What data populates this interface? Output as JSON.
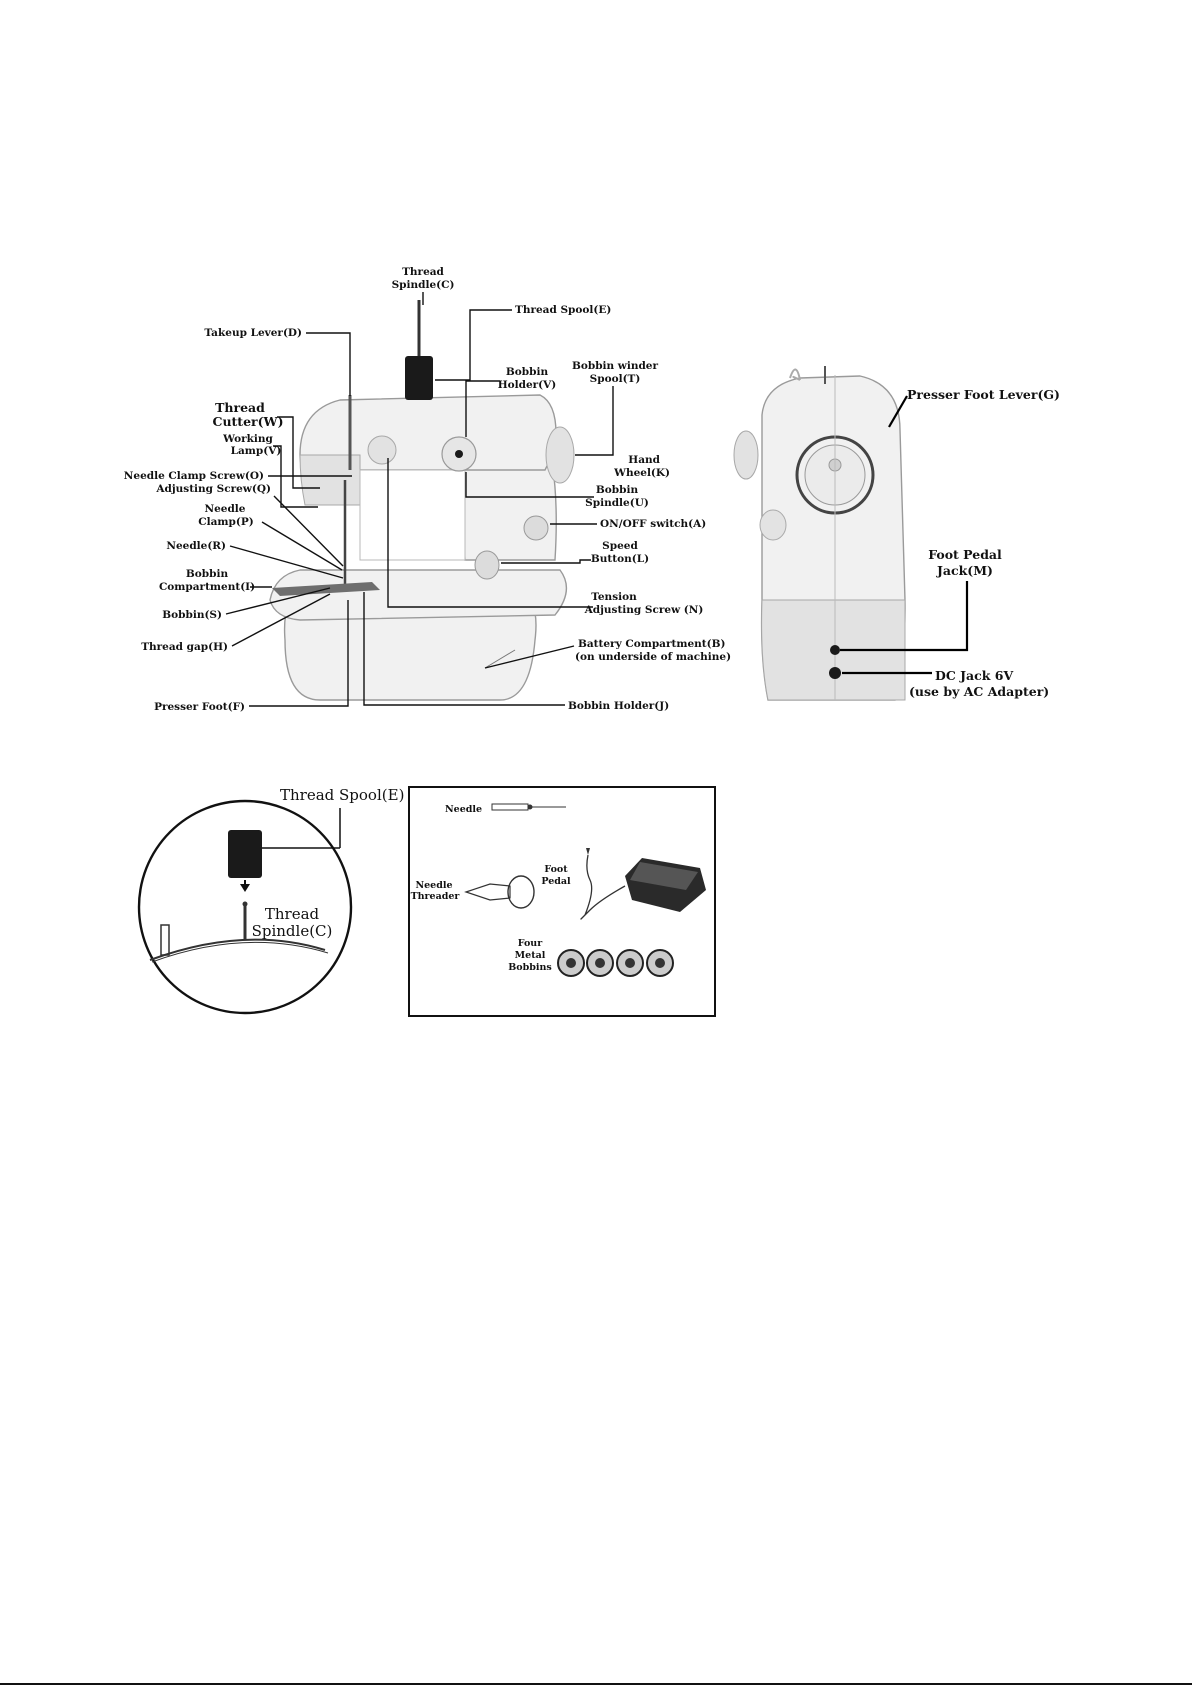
{
  "front_view_labels": {
    "thread_spindle": [
      "Thread",
      "Spindle(C)"
    ],
    "thread_spool": "Thread Spool(E)",
    "takeup_lever": "Takeup Lever(D)",
    "bobbin_holder_v": [
      "Bobbin",
      "Holder(V)"
    ],
    "bobbin_winder_spool": [
      "Bobbin winder",
      "Spool(T)"
    ],
    "thread_cutter": [
      "Thread",
      "Cutter(W)"
    ],
    "working_lamp": [
      "Working",
      "Lamp(V)"
    ],
    "needle_clamp_screw": "Needle Clamp Screw(O)",
    "adjusting_screw": "Adjusting Screw(Q)",
    "hand_wheel": [
      "Hand",
      "Wheel(K)"
    ],
    "needle_clamp": [
      "Needle",
      "Clamp(P)"
    ],
    "bobbin_spindle": [
      "Bobbin",
      "Spindle(U)"
    ],
    "on_off_switch": "ON/OFF switch(A)",
    "needle": "Needle(R)",
    "speed_button": [
      "Speed",
      "Button(L)"
    ],
    "bobbin_compartment": [
      "Bobbin",
      "Compartment(I)"
    ],
    "tension_adjusting_screw": [
      "Tension",
      "Adjusting Screw (N)"
    ],
    "bobbin_s": "Bobbin(S)",
    "thread_gap": "Thread gap(H)",
    "battery_compartment": [
      "Battery Compartment(B)",
      "(on underside of machine)"
    ],
    "presser_foot": "Presser Foot(F)",
    "bobbin_holder_j": "Bobbin Holder(J)"
  },
  "side_view_labels": {
    "presser_foot_lever": "Presser Foot Lever(G)",
    "foot_pedal_jack": [
      "Foot Pedal",
      "Jack(M)"
    ],
    "dc_jack": [
      "DC Jack 6V",
      "(use by AC Adapter)"
    ]
  },
  "spool_detail_labels": {
    "thread_spool": "Thread Spool(E)",
    "thread_spindle": [
      "Thread",
      "Spindle(C)"
    ]
  },
  "accessories": {
    "needle": "Needle",
    "foot_pedal": [
      "Foot",
      "Pedal"
    ],
    "needle_threader": [
      "Needle",
      "Threader"
    ],
    "metal_bobbins": [
      "Four",
      "Metal",
      "Bobbins"
    ]
  }
}
